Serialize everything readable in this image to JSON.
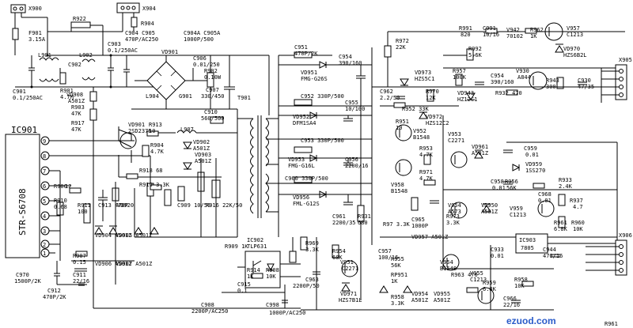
{
  "connectors": {
    "x900": "X900",
    "x904": "X904",
    "x905": "X905",
    "x906": "X906"
  },
  "ic": {
    "ic901": "IC901",
    "ic901_part": "STR-S6708",
    "ic902": "IC902",
    "ic902_part": "TLP631",
    "ic903": "IC903",
    "ic903_part": "7805"
  },
  "transformer": "T901",
  "labels": [
    {
      "id": "F901",
      "t": "F901"
    },
    {
      "id": "F901v",
      "t": "3.15A"
    },
    {
      "id": "R922",
      "t": "R922"
    },
    {
      "id": "R904",
      "t": "R904"
    },
    {
      "id": "L901",
      "t": "L901"
    },
    {
      "id": "L902",
      "t": "L902"
    },
    {
      "id": "C901",
      "t": "C901"
    },
    {
      "id": "C901v",
      "t": "0.1/250AC"
    },
    {
      "id": "C902",
      "t": "C902"
    },
    {
      "id": "R901",
      "t": "R901"
    },
    {
      "id": "R901v",
      "t": "4.7M"
    },
    {
      "id": "C903",
      "t": "C903"
    },
    {
      "id": "C903v",
      "t": "0.1/250AC"
    },
    {
      "id": "C904",
      "t": "C904 C905"
    },
    {
      "id": "C904v",
      "t": "470P/AC250"
    },
    {
      "id": "C904A",
      "t": "C904A C905A"
    },
    {
      "id": "C904Av",
      "t": "1000P/500"
    },
    {
      "id": "VD901",
      "t": "VD901"
    },
    {
      "id": "C906",
      "t": "C906"
    },
    {
      "id": "C906v",
      "t": "0.01/250"
    },
    {
      "id": "R902",
      "t": "R902"
    },
    {
      "id": "R902v",
      "t": "0.10W"
    },
    {
      "id": "L904",
      "t": "L904"
    },
    {
      "id": "G901",
      "t": "G901"
    },
    {
      "id": "C907",
      "t": "C907"
    },
    {
      "id": "C907v",
      "t": "330/450"
    },
    {
      "id": "VD908",
      "t": "VD908"
    },
    {
      "id": "VD908v",
      "t": "A501Z"
    },
    {
      "id": "R903",
      "t": "R903"
    },
    {
      "id": "R903v",
      "t": "47K"
    },
    {
      "id": "R917",
      "t": "R917"
    },
    {
      "id": "R917v",
      "t": "47K"
    },
    {
      "id": "VD901t",
      "t": "VD901"
    },
    {
      "id": "VD901tv",
      "t": "2SD2375"
    },
    {
      "id": "R913",
      "t": "R913"
    },
    {
      "id": "R913v",
      "t": "10"
    },
    {
      "id": "L907",
      "t": "L907"
    },
    {
      "id": "VD902",
      "t": "VD902"
    },
    {
      "id": "VD902v",
      "t": "A501Z"
    },
    {
      "id": "C910",
      "t": "C910"
    },
    {
      "id": "C910v",
      "t": "560/500"
    },
    {
      "id": "R904b",
      "t": "R904"
    },
    {
      "id": "R904bv",
      "t": "4.7K"
    },
    {
      "id": "VD903",
      "t": "VD903"
    },
    {
      "id": "VD903v",
      "t": "A501Z"
    },
    {
      "id": "R918",
      "t": "R918 68"
    },
    {
      "id": "R919",
      "t": "R919 3.3K"
    },
    {
      "id": "R906",
      "t": "R906"
    },
    {
      "id": "R906v",
      "t": "12"
    },
    {
      "id": "R910",
      "t": "R910"
    },
    {
      "id": "R910v",
      "t": "0.68"
    },
    {
      "id": "R911",
      "t": "R911"
    },
    {
      "id": "R911v",
      "t": "100"
    },
    {
      "id": "C913",
      "t": "C913 470P"
    },
    {
      "id": "VD920",
      "t": "VD920"
    },
    {
      "id": "C909",
      "t": "C909 10/50"
    },
    {
      "id": "R916",
      "t": "R916 22K/50"
    },
    {
      "id": "R907",
      "t": "R907"
    },
    {
      "id": "R907v",
      "t": "0.15"
    },
    {
      "id": "C911",
      "t": "C911"
    },
    {
      "id": "C911v",
      "t": "22/16"
    },
    {
      "id": "C970",
      "t": "C970"
    },
    {
      "id": "C970v",
      "t": "1500P/2K"
    },
    {
      "id": "C912",
      "t": "C912"
    },
    {
      "id": "C912v",
      "t": "470P/2K"
    },
    {
      "id": "VD904",
      "t": "VD904 A501Z"
    },
    {
      "id": "VD905",
      "t": "VD905 A501Z"
    },
    {
      "id": "VD906",
      "t": "VD906 A501Z"
    },
    {
      "id": "VD907",
      "t": "VD907 A501Z"
    },
    {
      "id": "R909",
      "t": "R909 1K"
    },
    {
      "id": "R914",
      "t": "R914"
    },
    {
      "id": "R914v",
      "t": "1K"
    },
    {
      "id": "C915",
      "t": "C915"
    },
    {
      "id": "C915v",
      "t": "0.1"
    },
    {
      "id": "R908",
      "t": "R908"
    },
    {
      "id": "R908v",
      "t": "10K"
    },
    {
      "id": "C908",
      "t": "C908"
    },
    {
      "id": "C908v",
      "t": "2200P/AC250"
    },
    {
      "id": "C998",
      "t": "C998"
    },
    {
      "id": "C998v",
      "t": "1000P/AC250"
    },
    {
      "id": "C951",
      "t": "C951"
    },
    {
      "id": "C951v",
      "t": "470P/2K"
    },
    {
      "id": "VD951",
      "t": "VD951"
    },
    {
      "id": "VD951v",
      "t": "FMG-G26S"
    },
    {
      "id": "C954",
      "t": "C954"
    },
    {
      "id": "C954v",
      "t": "390/160"
    },
    {
      "id": "C952",
      "t": "C952 330P/500"
    },
    {
      "id": "VD952",
      "t": "VD952"
    },
    {
      "id": "VD952v",
      "t": "DFM1SA4"
    },
    {
      "id": "C955",
      "t": "C955"
    },
    {
      "id": "C955v",
      "t": "10/100"
    },
    {
      "id": "C953",
      "t": "C953 330P/500"
    },
    {
      "id": "VD953",
      "t": "VD953"
    },
    {
      "id": "VD953v",
      "t": "FMG-G16L"
    },
    {
      "id": "C956",
      "t": "C956"
    },
    {
      "id": "C956v",
      "t": "2200/16"
    },
    {
      "id": "C960",
      "t": "C960 330P/500"
    },
    {
      "id": "VD956",
      "t": "VD956"
    },
    {
      "id": "VD956v",
      "t": "FML-G12S"
    },
    {
      "id": "C961",
      "t": "C961"
    },
    {
      "id": "C961v",
      "t": "2200/35"
    },
    {
      "id": "R931",
      "t": "R931"
    },
    {
      "id": "R931v",
      "t": "680"
    },
    {
      "id": "R969",
      "t": "R969"
    },
    {
      "id": "R969v",
      "t": "3.3K"
    },
    {
      "id": "R954",
      "t": "R954"
    },
    {
      "id": "R954v",
      "t": "68K"
    },
    {
      "id": "VQ51",
      "t": "V951"
    },
    {
      "id": "VQ51v",
      "t": "C2271"
    },
    {
      "id": "VD971",
      "t": "VD971"
    },
    {
      "id": "VD971v",
      "t": "HZS7B1L"
    },
    {
      "id": "C963",
      "t": "C963"
    },
    {
      "id": "C963v",
      "t": "2200P/50"
    },
    {
      "id": "R972",
      "t": "R972"
    },
    {
      "id": "R972v",
      "t": "22K"
    },
    {
      "id": "VD973",
      "t": "VD973"
    },
    {
      "id": "VD973v",
      "t": "HZS5C1"
    },
    {
      "id": "C962",
      "t": "C962"
    },
    {
      "id": "C962v",
      "t": "2.2/50"
    },
    {
      "id": "R970",
      "t": "R970"
    },
    {
      "id": "R970v",
      "t": "12K"
    },
    {
      "id": "R952",
      "t": "R952 33K"
    },
    {
      "id": "VD972",
      "t": "VD972"
    },
    {
      "id": "VD972v",
      "t": "HZS12C2"
    },
    {
      "id": "R951",
      "t": "R951"
    },
    {
      "id": "R951v",
      "t": "10"
    },
    {
      "id": "V952",
      "t": "V952"
    },
    {
      "id": "V952v",
      "t": "B1548"
    },
    {
      "id": "V953",
      "t": "V953"
    },
    {
      "id": "V953v",
      "t": "C2271"
    },
    {
      "id": "R953",
      "t": "R953"
    },
    {
      "id": "R953v",
      "t": "4.7K"
    },
    {
      "id": "R971",
      "t": "R971"
    },
    {
      "id": "R971v",
      "t": "4.7K"
    },
    {
      "id": "V958",
      "t": "V958"
    },
    {
      "id": "V958v",
      "t": "B1548"
    },
    {
      "id": "R991",
      "t": "R991"
    },
    {
      "id": "R991v",
      "t": "820"
    },
    {
      "id": "C991",
      "t": "C991"
    },
    {
      "id": "C991v",
      "t": "10/16"
    },
    {
      "id": "V942",
      "t": "V942"
    },
    {
      "id": "V942v",
      "t": "70102"
    },
    {
      "id": "R962",
      "t": "R962"
    },
    {
      "id": "R962v",
      "t": "1K"
    },
    {
      "id": "V957",
      "t": "V957"
    },
    {
      "id": "V957v",
      "t": "C1213"
    },
    {
      "id": "VD970",
      "t": "VD970"
    },
    {
      "id": "VD970v",
      "t": "HZS6B2L"
    },
    {
      "id": "R992",
      "t": "R992"
    },
    {
      "id": "R992v",
      "t": "5.6K"
    },
    {
      "id": "R957",
      "t": "R957"
    },
    {
      "id": "R957v",
      "t": "100K"
    },
    {
      "id": "C954b",
      "t": "C954"
    },
    {
      "id": "C954bv",
      "t": "390/160"
    },
    {
      "id": "V930",
      "t": "V930"
    },
    {
      "id": "V930v",
      "t": "A844"
    },
    {
      "id": "R943",
      "t": "R943"
    },
    {
      "id": "R943v",
      "t": "300"
    },
    {
      "id": "C930",
      "t": "C930"
    },
    {
      "id": "C930v",
      "t": "47/35"
    },
    {
      "id": "VD943",
      "t": "VD943"
    },
    {
      "id": "VD943v",
      "t": "HZ12C1"
    },
    {
      "id": "R932",
      "t": "R932 470"
    },
    {
      "id": "VD961",
      "t": "VD961"
    },
    {
      "id": "VD961v",
      "t": "A501Z"
    },
    {
      "id": "C959",
      "t": "C959"
    },
    {
      "id": "C959v",
      "t": "0.01"
    },
    {
      "id": "VD959",
      "t": "VD959"
    },
    {
      "id": "VD959v",
      "t": "1SS270"
    },
    {
      "id": "C958",
      "t": "C958"
    },
    {
      "id": "C958v",
      "t": "0.01"
    },
    {
      "id": "R956",
      "t": "R956"
    },
    {
      "id": "R956v",
      "t": "56K"
    },
    {
      "id": "R933",
      "t": "R933"
    },
    {
      "id": "R933v",
      "t": "2.4K"
    },
    {
      "id": "R937",
      "t": "R937"
    },
    {
      "id": "R937v",
      "t": "4.7"
    },
    {
      "id": "C965",
      "t": "C965"
    },
    {
      "id": "C965v",
      "t": "1000P"
    },
    {
      "id": "V954",
      "t": "V954"
    },
    {
      "id": "V954v",
      "t": "A573"
    },
    {
      "id": "R973",
      "t": "R973"
    },
    {
      "id": "R973v",
      "t": "3.3K"
    },
    {
      "id": "VD950",
      "t": "VD950"
    },
    {
      "id": "VD950v",
      "t": "A501Z"
    },
    {
      "id": "C968",
      "t": "C968"
    },
    {
      "id": "C968v",
      "t": "0.01"
    },
    {
      "id": "V959",
      "t": "V959"
    },
    {
      "id": "V959v",
      "t": "C1213"
    },
    {
      "id": "R961",
      "t": "R961"
    },
    {
      "id": "R961v",
      "t": "6.8K"
    },
    {
      "id": "R960",
      "t": "R960"
    },
    {
      "id": "R960v",
      "t": "10K"
    },
    {
      "id": "R97",
      "t": "R97 3.3K"
    },
    {
      "id": "VD957",
      "t": "VD957 A501Z"
    },
    {
      "id": "C957",
      "t": "C957"
    },
    {
      "id": "C957v",
      "t": "100/16"
    },
    {
      "id": "R955",
      "t": "R955"
    },
    {
      "id": "R955v",
      "t": "56K"
    },
    {
      "id": "RP951",
      "t": "RP951"
    },
    {
      "id": "RP951v",
      "t": "1K"
    },
    {
      "id": "R958",
      "t": "R958"
    },
    {
      "id": "R958v",
      "t": "3.3K"
    },
    {
      "id": "VD954",
      "t": "VD954"
    },
    {
      "id": "VD954v",
      "t": "A501Z"
    },
    {
      "id": "VD955",
      "t": "VD955"
    },
    {
      "id": "VD955v",
      "t": "A501Z"
    },
    {
      "id": "V954b",
      "t": "V954"
    },
    {
      "id": "V954bv",
      "t": "B1548"
    },
    {
      "id": "C933",
      "t": "C933"
    },
    {
      "id": "C933v",
      "t": "0.01"
    },
    {
      "id": "C944",
      "t": "C944"
    },
    {
      "id": "C944v",
      "t": "470/16"
    },
    {
      "id": "R963",
      "t": "R963 470"
    },
    {
      "id": "V955",
      "t": "V955"
    },
    {
      "id": "V955v",
      "t": "C1213"
    },
    {
      "id": "R959",
      "t": "R959"
    },
    {
      "id": "R959v",
      "t": "6.8K"
    },
    {
      "id": "R958b",
      "t": "R958"
    },
    {
      "id": "R958bv",
      "t": "10K"
    },
    {
      "id": "C966",
      "t": "C966"
    },
    {
      "id": "C966v",
      "t": "22/16"
    },
    {
      "id": "R961b",
      "t": "R961"
    }
  ],
  "pins": [
    "9",
    "8",
    "7",
    "6",
    "5",
    "4",
    "3",
    "2",
    "1"
  ],
  "watermark": "ezuod.com"
}
